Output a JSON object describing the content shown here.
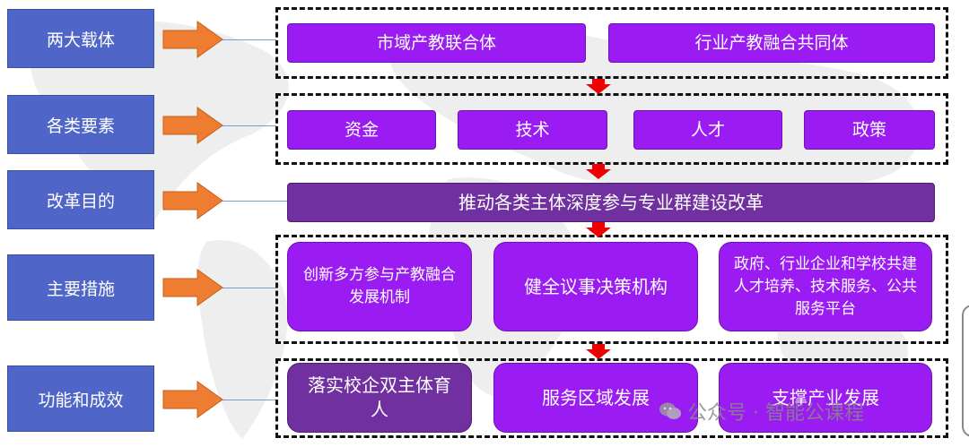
{
  "rows": [
    {
      "label": "两大载体"
    },
    {
      "label": "各类要素"
    },
    {
      "label": "改革目的"
    },
    {
      "label": "主要措施"
    },
    {
      "label": "功能和成效"
    }
  ],
  "carriers": [
    "市域产教联合体",
    "行业产教融合共同体"
  ],
  "elements": [
    "资金",
    "技术",
    "人才",
    "政策"
  ],
  "goal": "推动各类主体深度参与专业群建设改革",
  "measures": [
    "创新多方参与产教融合发展机制",
    "健全议事决策机构",
    "政府、行业企业和学校共建人才培养、技术服务、公共服务平台"
  ],
  "outcomes": [
    "落实校企双主体育人",
    "服务区域发展",
    "支撑产业发展"
  ],
  "watermark": "公众号 · 智能公课程",
  "colors": {
    "label_blue": "#4f66c8",
    "box_violet": "#9b1cf2",
    "box_dark_purple": "#7030a0",
    "arrow_orange": "#ee7d31",
    "arrow_red": "#ee0000"
  }
}
